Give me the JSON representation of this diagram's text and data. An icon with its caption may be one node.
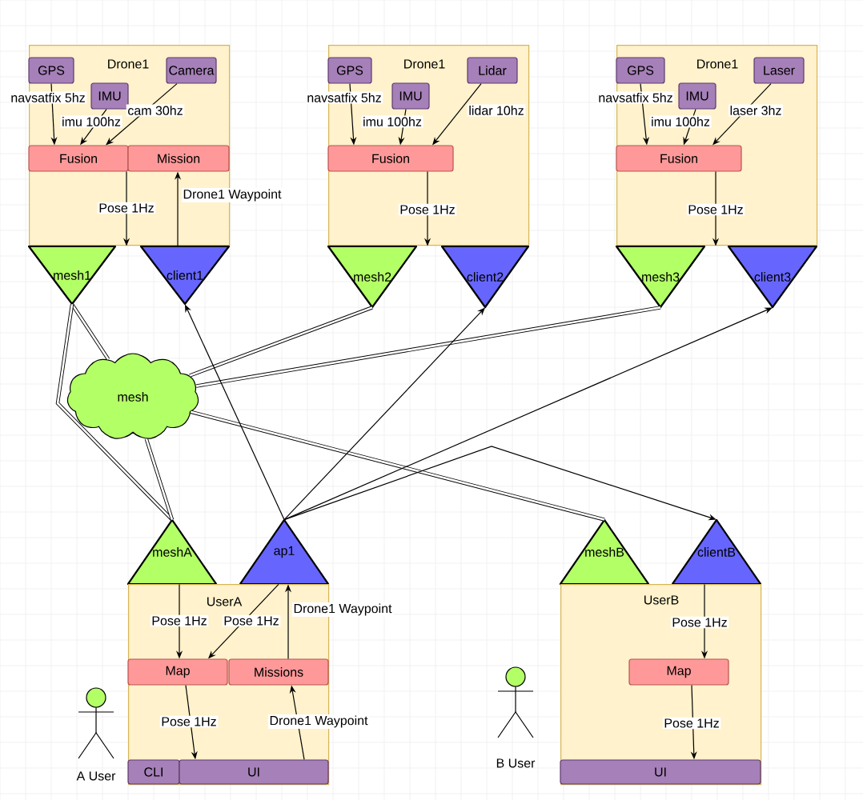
{
  "diagram": {
    "nodes": [
      {
        "text": [
          "Drone1"
        ]
      },
      {
        "text": [
          "GPS"
        ],
        "in": 0
      },
      {
        "text": [
          "IMU"
        ],
        "in": 0
      },
      {
        "text": [
          "Camera"
        ],
        "in": 0
      },
      {
        "text": [
          "Fusion"
        ],
        "in": 0
      },
      {
        "text": [
          "Mission"
        ],
        "in": 0
      },
      {
        "text": [
          "Drone1"
        ]
      },
      {
        "text": [
          "GPS"
        ],
        "in": 6
      },
      {
        "text": [
          "IMU"
        ],
        "in": 6
      },
      {
        "text": [
          "Lidar"
        ],
        "in": 6
      },
      {
        "text": [
          "Fusion"
        ],
        "in": 6
      },
      {
        "text": [
          "Drone1"
        ]
      },
      {
        "text": [
          "GPS"
        ],
        "in": 11
      },
      {
        "text": [
          "IMU"
        ],
        "in": 11
      },
      {
        "text": [
          "Laser"
        ],
        "in": 11
      },
      {
        "text": [
          "Fusion"
        ],
        "in": 11
      },
      {
        "text": [
          "mesh1"
        ]
      },
      {
        "text": [
          "client1"
        ]
      },
      {
        "text": [
          "mesh2"
        ]
      },
      {
        "text": [
          "client2"
        ]
      },
      {
        "text": [
          "mesh3"
        ]
      },
      {
        "text": [
          "client3"
        ]
      },
      {
        "text": [
          "mesh"
        ]
      },
      {
        "text": [
          "meshA"
        ]
      },
      {
        "text": [
          "ap1"
        ]
      },
      {
        "text": [
          "meshB"
        ]
      },
      {
        "text": [
          "clientB"
        ]
      },
      {
        "text": [
          "UserA"
        ]
      },
      {
        "text": [
          "Map"
        ],
        "in": 27
      },
      {
        "text": [
          "Missions"
        ],
        "in": 27
      },
      {
        "text": [
          "CLI"
        ],
        "in": 27
      },
      {
        "text": [
          "UI"
        ],
        "in": 27
      },
      {
        "text": [
          "UserB"
        ]
      },
      {
        "text": [
          "Map"
        ],
        "in": 32
      },
      {
        "text": [
          "UI"
        ],
        "in": 32
      },
      {
        "text": [
          "A User"
        ]
      },
      {
        "text": [
          "B User"
        ]
      }
    ],
    "edges": [
      {
        "from": 1,
        "to": 4,
        "arrow": "to",
        "label": "navsatfix 5hz"
      },
      {
        "from": 2,
        "to": 4,
        "arrow": "to",
        "label": "imu 100hz"
      },
      {
        "from": 3,
        "to": 4,
        "arrow": "to",
        "label": "cam 30hz"
      },
      {
        "from": 4,
        "to": 16,
        "arrow": "to",
        "label": "Pose 1Hz"
      },
      {
        "from": 17,
        "to": 5,
        "arrow": "to",
        "label": "Drone1 Waypoint"
      },
      {
        "from": 7,
        "to": 10,
        "arrow": "to",
        "label": "navsatfix 5hz"
      },
      {
        "from": 8,
        "to": 10,
        "arrow": "to",
        "label": "imu 100hz"
      },
      {
        "from": 9,
        "to": 10,
        "arrow": "to",
        "label": "lidar 10hz"
      },
      {
        "from": 10,
        "to": 18,
        "arrow": "to",
        "label": "Pose 1Hz"
      },
      {
        "from": 12,
        "to": 15,
        "arrow": "to",
        "label": "navsatfix 5hz"
      },
      {
        "from": 13,
        "to": 15,
        "arrow": "to",
        "label": "imu 100hz"
      },
      {
        "from": 14,
        "to": 15,
        "arrow": "to",
        "label": "laser 3hz"
      },
      {
        "from": 15,
        "to": 20,
        "arrow": "to",
        "label": "Pose 1Hz"
      },
      {
        "from": 16,
        "to": 22,
        "arrow": "none",
        "style": "thick"
      },
      {
        "from": 18,
        "to": 22,
        "arrow": "none",
        "style": "thick"
      },
      {
        "from": 20,
        "to": 22,
        "arrow": "none",
        "style": "thick"
      },
      {
        "from": 16,
        "to": 23,
        "arrow": "none",
        "style": "thick"
      },
      {
        "from": 22,
        "to": 23,
        "arrow": "none",
        "style": "thick"
      },
      {
        "from": 22,
        "to": 25,
        "arrow": "none",
        "style": "thick"
      },
      {
        "from": 24,
        "to": 17,
        "arrow": "to"
      },
      {
        "from": 24,
        "to": 19,
        "arrow": "to"
      },
      {
        "from": 24,
        "to": 21,
        "arrow": "to"
      },
      {
        "from": 24,
        "to": 26,
        "arrow": "to"
      },
      {
        "from": 23,
        "to": 28,
        "arrow": "to",
        "label": "Pose 1Hz"
      },
      {
        "from": 24,
        "to": 28,
        "arrow": "to",
        "label": "Pose 1Hz"
      },
      {
        "from": 29,
        "to": 24,
        "arrow": "to",
        "label": "Drone1 Waypoint"
      },
      {
        "from": 28,
        "to": 31,
        "arrow": "to",
        "label": "Pose 1Hz"
      },
      {
        "from": 31,
        "to": 29,
        "arrow": "to",
        "label": "Drone1 Waypoint"
      },
      {
        "from": 26,
        "to": 33,
        "arrow": "to",
        "label": "Pose 1Hz"
      },
      {
        "from": 33,
        "to": 34,
        "arrow": "to",
        "label": "Pose 1Hz"
      }
    ]
  }
}
